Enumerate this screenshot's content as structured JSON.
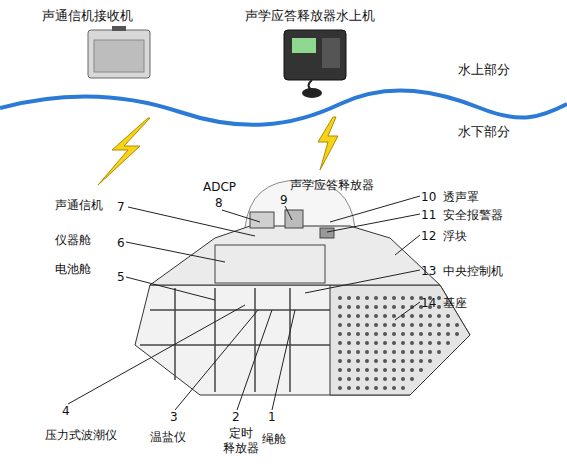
{
  "diagram": {
    "labels": [
      "声通信机接收机",
      "声学应答释放器水上机",
      "水上部分",
      "水下部分",
      "ADCP",
      "8",
      "声学应答释放器",
      "9",
      "声通信机",
      "7",
      "10",
      "透声罩",
      "11",
      "安全报警器",
      "仪器舱",
      "6",
      "12",
      "浮块",
      "电池舱",
      "5",
      "13",
      "中央控制机",
      "14",
      "基座",
      "4",
      "压力式波潮仪",
      "3",
      "温盐仪",
      "2",
      "定时 释放器",
      "1",
      "绳舱"
    ]
  }
}
